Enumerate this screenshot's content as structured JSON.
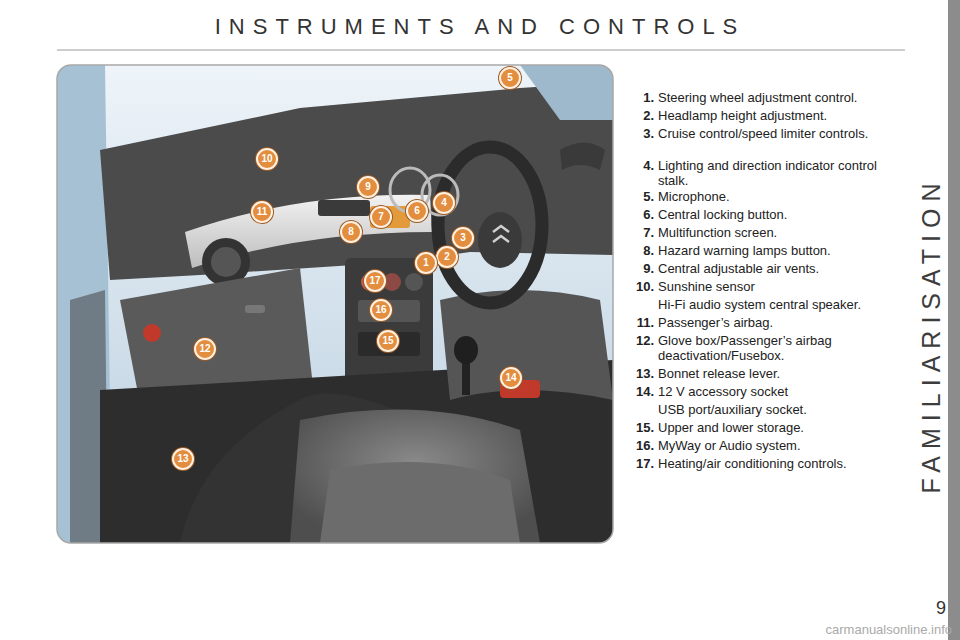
{
  "diagram": {
    "title": "INSTRUMENTS AND CONTROLS",
    "nodes": [
      {
        "text": [
          "5"
        ]
      },
      {
        "text": [
          "10"
        ]
      },
      {
        "text": [
          "9"
        ]
      },
      {
        "text": [
          "11"
        ]
      },
      {
        "text": [
          "6"
        ]
      },
      {
        "text": [
          "4"
        ]
      },
      {
        "text": [
          "7"
        ]
      },
      {
        "text": [
          "8"
        ]
      },
      {
        "text": [
          "3"
        ]
      },
      {
        "text": [
          "2"
        ]
      },
      {
        "text": [
          "1"
        ]
      },
      {
        "text": [
          "17"
        ]
      },
      {
        "text": [
          "16"
        ]
      },
      {
        "text": [
          "15"
        ]
      },
      {
        "text": [
          "12"
        ]
      },
      {
        "text": [
          "14"
        ]
      },
      {
        "text": [
          "13"
        ]
      },
      {
        "text": [
          "FAMILIARISATION"
        ]
      }
    ],
    "labels": [
      "1.",
      "Steering wheel adjustment control.",
      "2.",
      "Headlamp height adjustment.",
      "3.",
      "Cruise control/speed limiter controls.",
      "4.",
      "Lighting and direction indicator control stalk.",
      "5.",
      "Microphone.",
      "6.",
      "Central locking button.",
      "7.",
      "Multifunction screen.",
      "8.",
      "Hazard warning lamps button.",
      "9.",
      "Central adjustable air vents.",
      "10.",
      "Sunshine sensor",
      "Hi-Fi audio system central speaker.",
      "11.",
      "Passenger’s airbag.",
      "12.",
      "Glove box/Passenger’s airbag deactivation/Fusebox.",
      "13.",
      "Bonnet release lever.",
      "14.",
      "12 V accessory socket",
      "USB port/auxiliary socket.",
      "15.",
      "Upper and lower storage.",
      "16.",
      "MyWay or Audio system.",
      "17.",
      "Heating/air conditioning controls.",
      "9",
      "carmanualsonline.info"
    ]
  }
}
